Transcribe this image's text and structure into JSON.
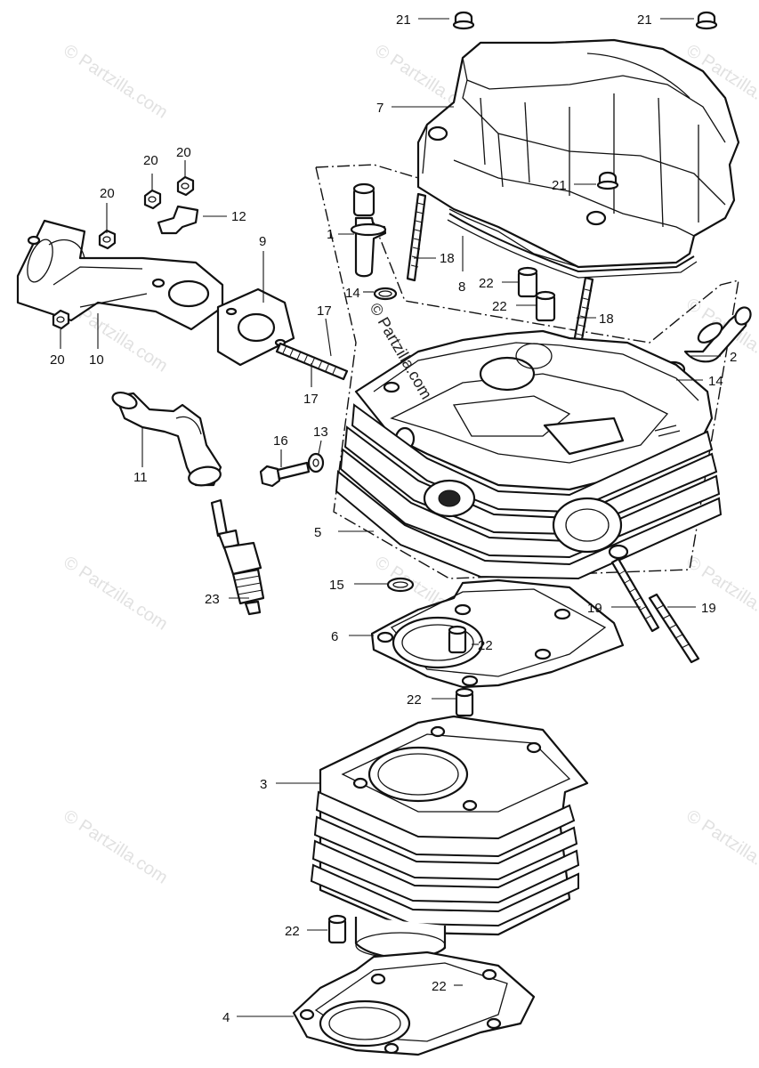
{
  "watermark": {
    "text": "© Partzilla.com",
    "center_text": "© Partzilla.com"
  },
  "callouts": {
    "c1": "1",
    "c2": "2",
    "c3": "3",
    "c4": "4",
    "c5": "5",
    "c6": "6",
    "c7": "7",
    "c8": "8",
    "c9": "9",
    "c10": "10",
    "c11": "11",
    "c12": "12",
    "c13": "13",
    "c14a": "14",
    "c14b": "14",
    "c15": "15",
    "c16": "16",
    "c17a": "17",
    "c17b": "17",
    "c18a": "18",
    "c18b": "18",
    "c19a": "19",
    "c19b": "19",
    "c20a": "20",
    "c20b": "20",
    "c20c": "20",
    "c20d": "20",
    "c21a": "21",
    "c21b": "21",
    "c21c": "21",
    "c22a": "22",
    "c22b": "22",
    "c22c": "22",
    "c22d": "22",
    "c22e": "22",
    "c22f": "22",
    "c23": "23"
  }
}
